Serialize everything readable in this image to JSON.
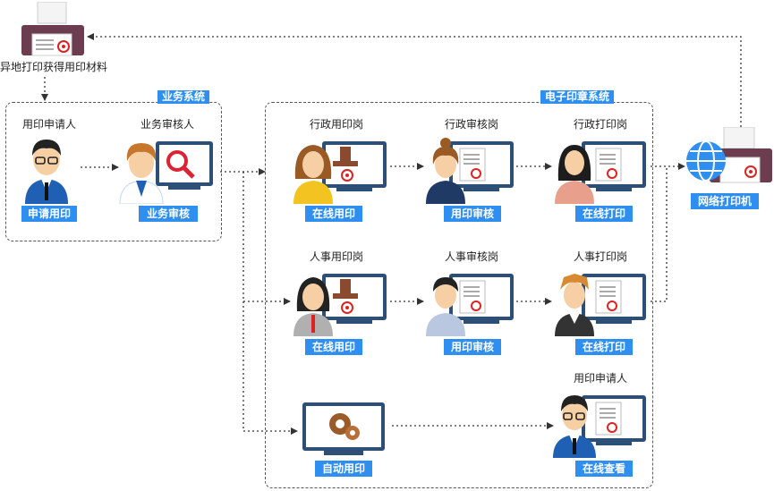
{
  "top_printer": {
    "label": "异地打印获得用印材料"
  },
  "business_system": {
    "title": "业务系统",
    "applicant": {
      "role": "用印申请人",
      "action": "申请用印"
    },
    "reviewer": {
      "role": "业务审核人",
      "action": "业务审核"
    }
  },
  "seal_system": {
    "title": "电子印章系统",
    "admin_row": [
      {
        "role": "行政用印岗",
        "action": "在线用印"
      },
      {
        "role": "行政审核岗",
        "action": "用印审核"
      },
      {
        "role": "行政打印岗",
        "action": "在线打印"
      }
    ],
    "hr_row": [
      {
        "role": "人事用印岗",
        "action": "在线用印"
      },
      {
        "role": "人事审核岗",
        "action": "用印审核"
      },
      {
        "role": "人事打印岗",
        "action": "在线打印"
      }
    ],
    "auto_row": {
      "auto_action": "自动用印",
      "applicant_role": "用印申请人",
      "applicant_action": "在线查看"
    }
  },
  "network_printer": {
    "action": "网络打印机"
  }
}
